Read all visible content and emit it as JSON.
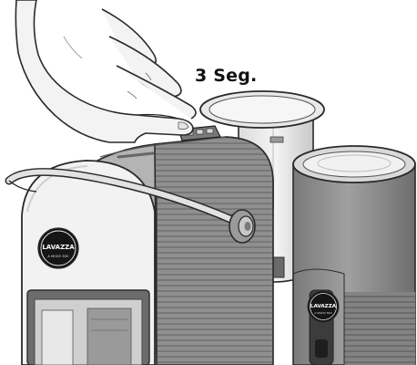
{
  "caption": "3 Seg.",
  "logo": {
    "brand": "LAVAZZA",
    "machine_tagline": "A MODO MIO",
    "frother_tagline": "A MODO MIO"
  },
  "colors": {
    "machine_body": "#9a9a9a",
    "machine_top": "#b4b4b4",
    "front_panel": "#f2f2f2",
    "frother_body": "#8c8c8c",
    "outline": "#2a2a2a",
    "logo_disc": "#151515",
    "hand_fill": "#f3f3f3"
  },
  "icons": [
    "hand-pointing-icon",
    "lavazza-logo-badge"
  ]
}
